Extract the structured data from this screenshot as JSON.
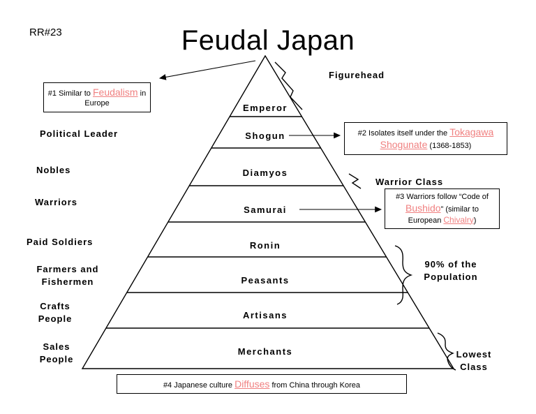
{
  "page": {
    "ref": "RR#23",
    "title": "Feudal Japan"
  },
  "pyramid": {
    "levels": [
      "Emperor",
      "Shogun",
      "Diamyos",
      "Samurai",
      "Ronin",
      "Peasants",
      "Artisans",
      "Merchants"
    ]
  },
  "left_labels": [
    "Political Leader",
    "Nobles",
    "Warriors",
    "Paid Soldiers",
    "Farmers and\nFishermen",
    "Crafts\nPeople",
    "Sales\nPeople"
  ],
  "right_labels": [
    "Figurehead",
    "Warrior Class",
    "90% of the\nPopulation",
    "Lowest\nClass"
  ],
  "notes": {
    "n1": {
      "prefix": "#1 Similar to ",
      "link": "Feudalism",
      "suffix": " in Europe"
    },
    "n2": {
      "prefix": "#2 Isolates itself under the ",
      "link": "Tokagawa Shogunate",
      "suffix": " (1368-1853)"
    },
    "n3": {
      "prefix": "#3 Warriors follow “Code of ",
      "link1": "Bushido",
      "mid": "” (similar to European ",
      "link2": "Chivalry",
      "suffix": ")"
    },
    "n4": {
      "prefix": "#4 Japanese culture ",
      "link": "Diffuses",
      "suffix": " from China through Korea"
    }
  },
  "colors": {
    "ink": "#000000",
    "link_red": "#f08080"
  }
}
